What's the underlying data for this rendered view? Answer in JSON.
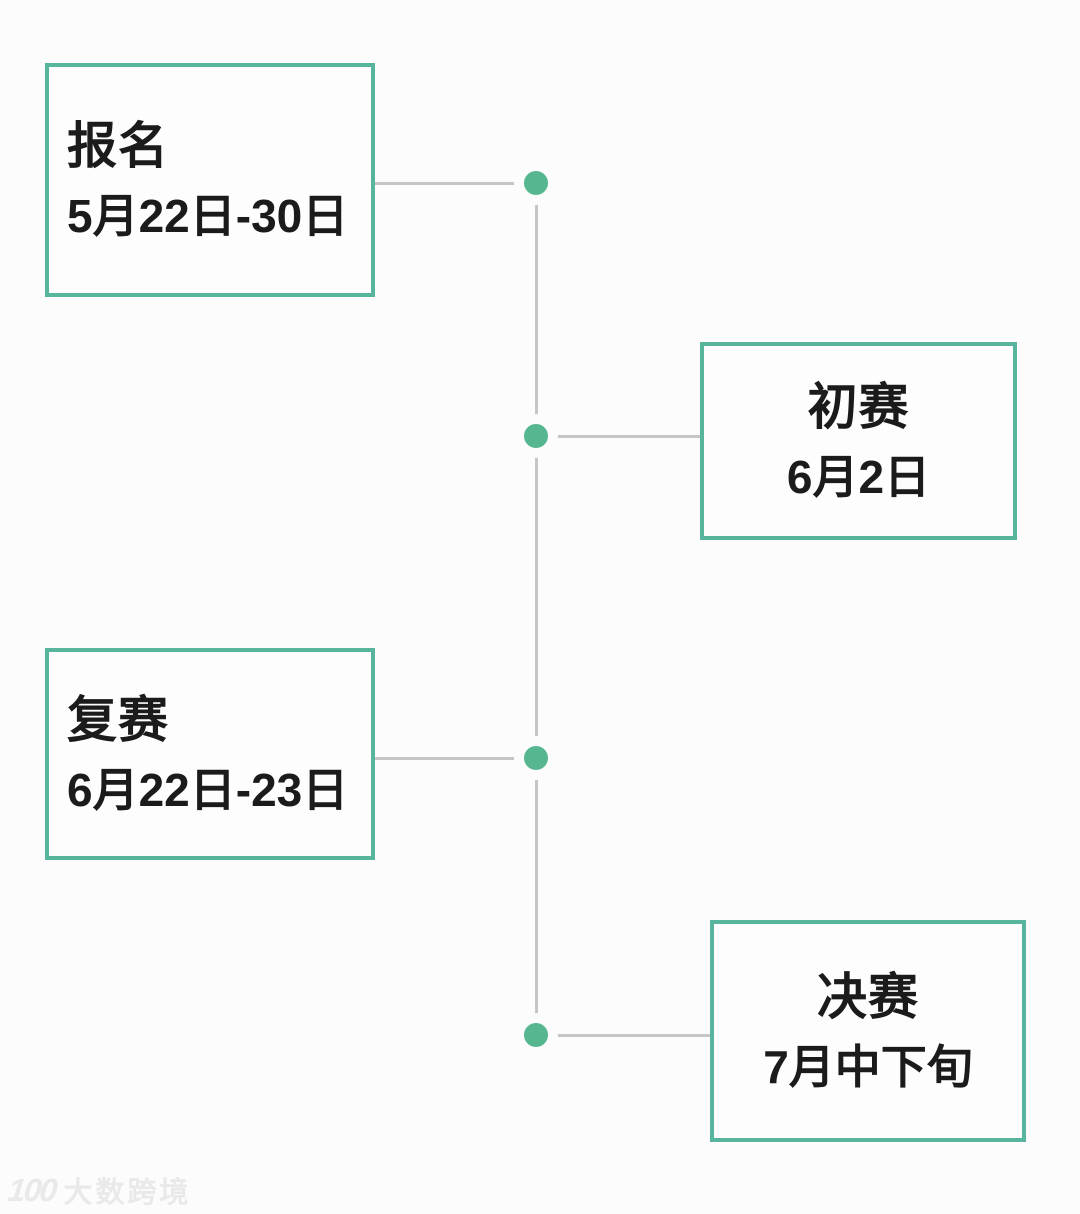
{
  "stages": [
    {
      "name": "报名",
      "date": "5月22日-30日",
      "side": "left"
    },
    {
      "name": "初赛",
      "date": "6月2日",
      "side": "right"
    },
    {
      "name": "复赛",
      "date": "6月22日-23日",
      "side": "left"
    },
    {
      "name": "决赛",
      "date": "7月中下旬",
      "side": "right"
    }
  ],
  "watermark": {
    "logo": "100",
    "text": "大数跨境"
  },
  "colors": {
    "box_border": "#57b49d",
    "dot": "#56b690",
    "connector": "#c6c6c6",
    "text": "#1b1b1b",
    "background": "#fcfcfc",
    "watermark": "#e9e9e9"
  }
}
